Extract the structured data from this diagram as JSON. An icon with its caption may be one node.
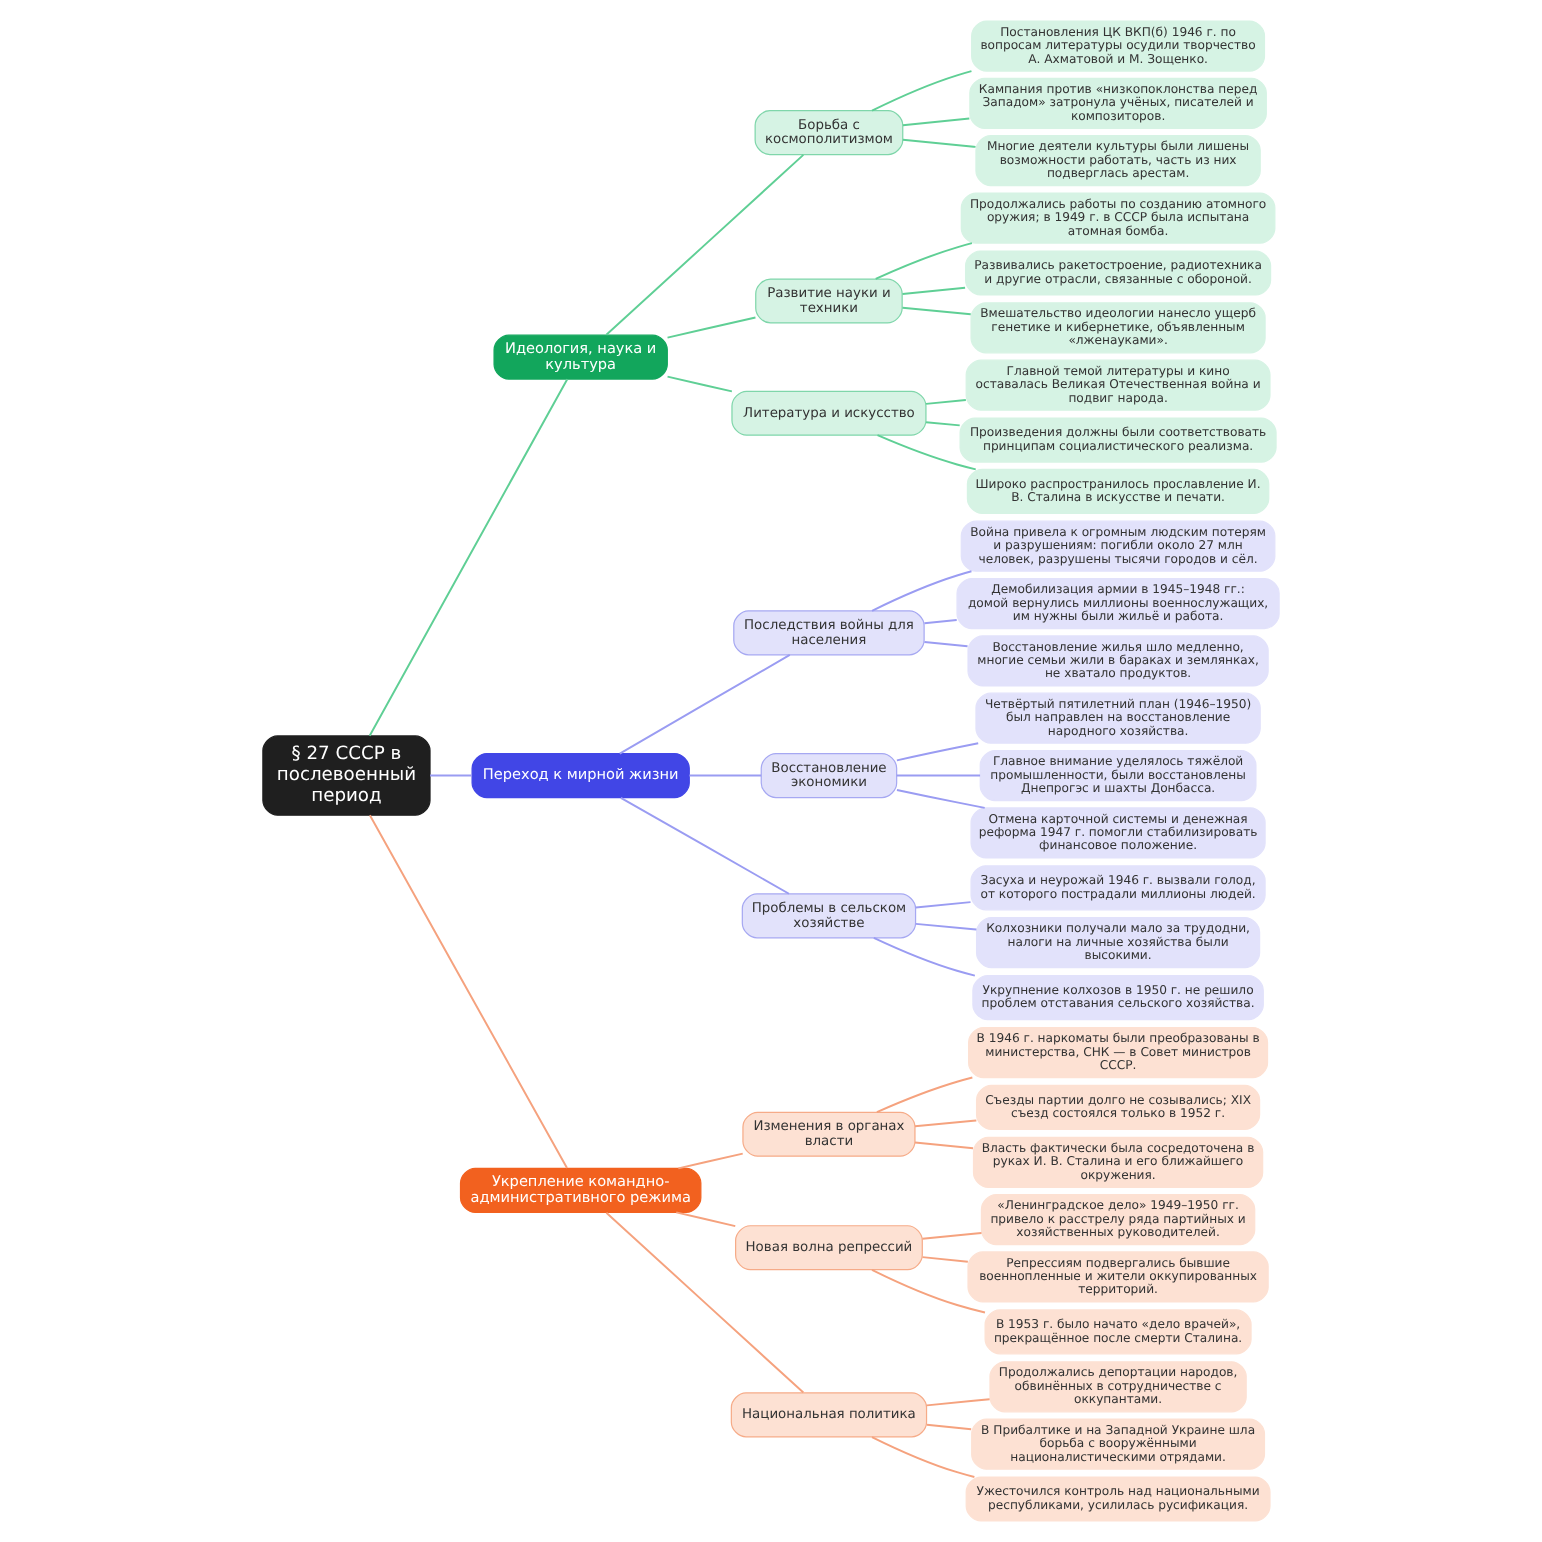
{
  "diagram": {
    "nodes": [
      {
        "text": [
          "§ 27 СССР в послевоенный период"
        ]
      },
      {
        "text": [
          "Идеология, наука и культура"
        ]
      },
      {
        "text": [
          "Борьба с космополитизмом"
        ]
      },
      {
        "text": [
          "Постановления ЦК ВКП(б) 1946 г. по вопросам литературы осудили творчество А. Ахматовой и М. Зощенко."
        ]
      },
      {
        "text": [
          "Кампания против «низкопоклонства перед Западом» затронула учёных, писателей и композиторов."
        ]
      },
      {
        "text": [
          "Многие деятели культуры были лишены возможности работать, часть из них подверглась арестам."
        ]
      },
      {
        "text": [
          "Развитие науки и техники"
        ]
      },
      {
        "text": [
          "Продолжались работы по созданию атомного оружия; в 1949 г. в СССР была испытана атомная бомба."
        ]
      },
      {
        "text": [
          "Развивались ракетостроение, радиотехника и другие отрасли, связанные с обороной."
        ]
      },
      {
        "text": [
          "Вмешательство идеологии нанесло ущерб генетике и кибернетике, объявленным «лженауками»."
        ]
      },
      {
        "text": [
          "Литература и искусство"
        ]
      },
      {
        "text": [
          "Главной темой литературы и кино оставалась Великая Отечественная война и подвиг народа."
        ]
      },
      {
        "text": [
          "Произведения должны были соответствовать принципам социалистического реализма."
        ]
      },
      {
        "text": [
          "Широко распространилось прославление И. В. Сталина в искусстве и печати."
        ]
      },
      {
        "text": [
          "Переход к мирной жизни"
        ]
      },
      {
        "text": [
          "Последствия войны для населения"
        ]
      },
      {
        "text": [
          "Война привела к огромным людским потерям и разрушениям: погибли около 27 млн человек, разрушены тысячи городов и сёл."
        ]
      },
      {
        "text": [
          "Демобилизация армии в 1945–1948 гг.: домой вернулись миллионы военнослужащих, им нужны были жильё и работа."
        ]
      },
      {
        "text": [
          "Восстановление жилья шло медленно, многие семьи жили в бараках и землянках, не хватало продуктов."
        ]
      },
      {
        "text": [
          "Восстановление экономики"
        ]
      },
      {
        "text": [
          "Четвёртый пятилетний план (1946–1950) был направлен на восстановление народного хозяйства."
        ]
      },
      {
        "text": [
          "Главное внимание уделялось тяжёлой промышленности, были восстановлены Днепрогэс и шахты Донбасса."
        ]
      },
      {
        "text": [
          "Отмена карточной системы и денежная реформа 1947 г. помогли стабилизировать финансовое положение."
        ]
      },
      {
        "text": [
          "Проблемы в сельском хозяйстве"
        ]
      },
      {
        "text": [
          "Засуха и неурожай 1946 г. вызвали голод, от которого пострадали миллионы людей."
        ]
      },
      {
        "text": [
          "Колхозники получали мало за трудодни, налоги на личные хозяйства были высокими."
        ]
      },
      {
        "text": [
          "Укрупнение колхозов в 1950 г. не решило проблем отставания сельского хозяйства."
        ]
      },
      {
        "text": [
          "Укрепление командно-административного режима"
        ]
      },
      {
        "text": [
          "Изменения в органах власти"
        ]
      },
      {
        "text": [
          "В 1946 г. наркоматы были преобразованы в министерства, СНК — в Совет министров СССР."
        ]
      },
      {
        "text": [
          "Съезды партии долго не созывались; XIX съезд состоялся только в 1952 г."
        ]
      },
      {
        "text": [
          "Власть фактически была сосредоточена в руках И. В. Сталина и его ближайшего окружения."
        ]
      },
      {
        "text": [
          "Новая волна репрессий"
        ]
      },
      {
        "text": [
          "«Ленинградское дело» 1949–1950 гг. привело к расстрелу ряда партийных и хозяйственных руководителей."
        ]
      },
      {
        "text": [
          "Репрессиям подвергались бывшие военнопленные и жители оккупированных территорий."
        ]
      },
      {
        "text": [
          "В 1953 г. было начато «дело врачей», прекращённое после смерти Сталина."
        ]
      },
      {
        "text": [
          "Национальная политика"
        ]
      },
      {
        "text": [
          "Продолжались депортации народов, обвинённых в сотрудничестве с оккупантами."
        ]
      },
      {
        "text": [
          "В Прибалтике и на Западной Украине шла борьба с вооружёнными националистическими отрядами."
        ]
      },
      {
        "text": [
          "Ужесточился контроль над национальными республиками, усилилась русификация."
        ]
      }
    ],
    "edges": [
      {
        "from": 0,
        "to": 1,
        "arrow": "none",
        "color": "#5fcf95"
      },
      {
        "from": 1,
        "to": 2,
        "arrow": "none",
        "color": "#5fcf95"
      },
      {
        "from": 2,
        "to": 3,
        "arrow": "none",
        "color": "#5fcf95"
      },
      {
        "from": 2,
        "to": 4,
        "arrow": "none",
        "color": "#5fcf95"
      },
      {
        "from": 2,
        "to": 5,
        "arrow": "none",
        "color": "#5fcf95"
      },
      {
        "from": 1,
        "to": 6,
        "arrow": "none",
        "color": "#5fcf95"
      },
      {
        "from": 6,
        "to": 7,
        "arrow": "none",
        "color": "#5fcf95"
      },
      {
        "from": 6,
        "to": 8,
        "arrow": "none",
        "color": "#5fcf95"
      },
      {
        "from": 6,
        "to": 9,
        "arrow": "none",
        "color": "#5fcf95"
      },
      {
        "from": 1,
        "to": 10,
        "arrow": "none",
        "color": "#5fcf95"
      },
      {
        "from": 10,
        "to": 11,
        "arrow": "none",
        "color": "#5fcf95"
      },
      {
        "from": 10,
        "to": 12,
        "arrow": "none",
        "color": "#5fcf95"
      },
      {
        "from": 10,
        "to": 13,
        "arrow": "none",
        "color": "#5fcf95"
      },
      {
        "from": 0,
        "to": 14,
        "arrow": "none",
        "color": "#9a9cf2"
      },
      {
        "from": 14,
        "to": 15,
        "arrow": "none",
        "color": "#9a9cf2"
      },
      {
        "from": 15,
        "to": 16,
        "arrow": "none",
        "color": "#9a9cf2"
      },
      {
        "from": 15,
        "to": 17,
        "arrow": "none",
        "color": "#9a9cf2"
      },
      {
        "from": 15,
        "to": 18,
        "arrow": "none",
        "color": "#9a9cf2"
      },
      {
        "from": 14,
        "to": 19,
        "arrow": "none",
        "color": "#9a9cf2"
      },
      {
        "from": 19,
        "to": 20,
        "arrow": "none",
        "color": "#9a9cf2"
      },
      {
        "from": 19,
        "to": 21,
        "arrow": "none",
        "color": "#9a9cf2"
      },
      {
        "from": 19,
        "to": 22,
        "arrow": "none",
        "color": "#9a9cf2"
      },
      {
        "from": 14,
        "to": 23,
        "arrow": "none",
        "color": "#9a9cf2"
      },
      {
        "from": 23,
        "to": 24,
        "arrow": "none",
        "color": "#9a9cf2"
      },
      {
        "from": 23,
        "to": 25,
        "arrow": "none",
        "color": "#9a9cf2"
      },
      {
        "from": 23,
        "to": 26,
        "arrow": "none",
        "color": "#9a9cf2"
      },
      {
        "from": 0,
        "to": 27,
        "arrow": "none",
        "color": "#f5a27e"
      },
      {
        "from": 27,
        "to": 28,
        "arrow": "none",
        "color": "#f5a27e"
      },
      {
        "from": 28,
        "to": 29,
        "arrow": "none",
        "color": "#f5a27e"
      },
      {
        "from": 28,
        "to": 30,
        "arrow": "none",
        "color": "#f5a27e"
      },
      {
        "from": 28,
        "to": 31,
        "arrow": "none",
        "color": "#f5a27e"
      },
      {
        "from": 27,
        "to": 32,
        "arrow": "none",
        "color": "#f5a27e"
      },
      {
        "from": 32,
        "to": 33,
        "arrow": "none",
        "color": "#f5a27e"
      },
      {
        "from": 32,
        "to": 34,
        "arrow": "none",
        "color": "#f5a27e"
      },
      {
        "from": 32,
        "to": 35,
        "arrow": "none",
        "color": "#f5a27e"
      },
      {
        "from": 27,
        "to": 36,
        "arrow": "none",
        "color": "#f5a27e"
      },
      {
        "from": 36,
        "to": 37,
        "arrow": "none",
        "color": "#f5a27e"
      },
      {
        "from": 36,
        "to": 38,
        "arrow": "none",
        "color": "#f5a27e"
      },
      {
        "from": 36,
        "to": 39,
        "arrow": "none",
        "color": "#f5a27e"
      }
    ]
  }
}
